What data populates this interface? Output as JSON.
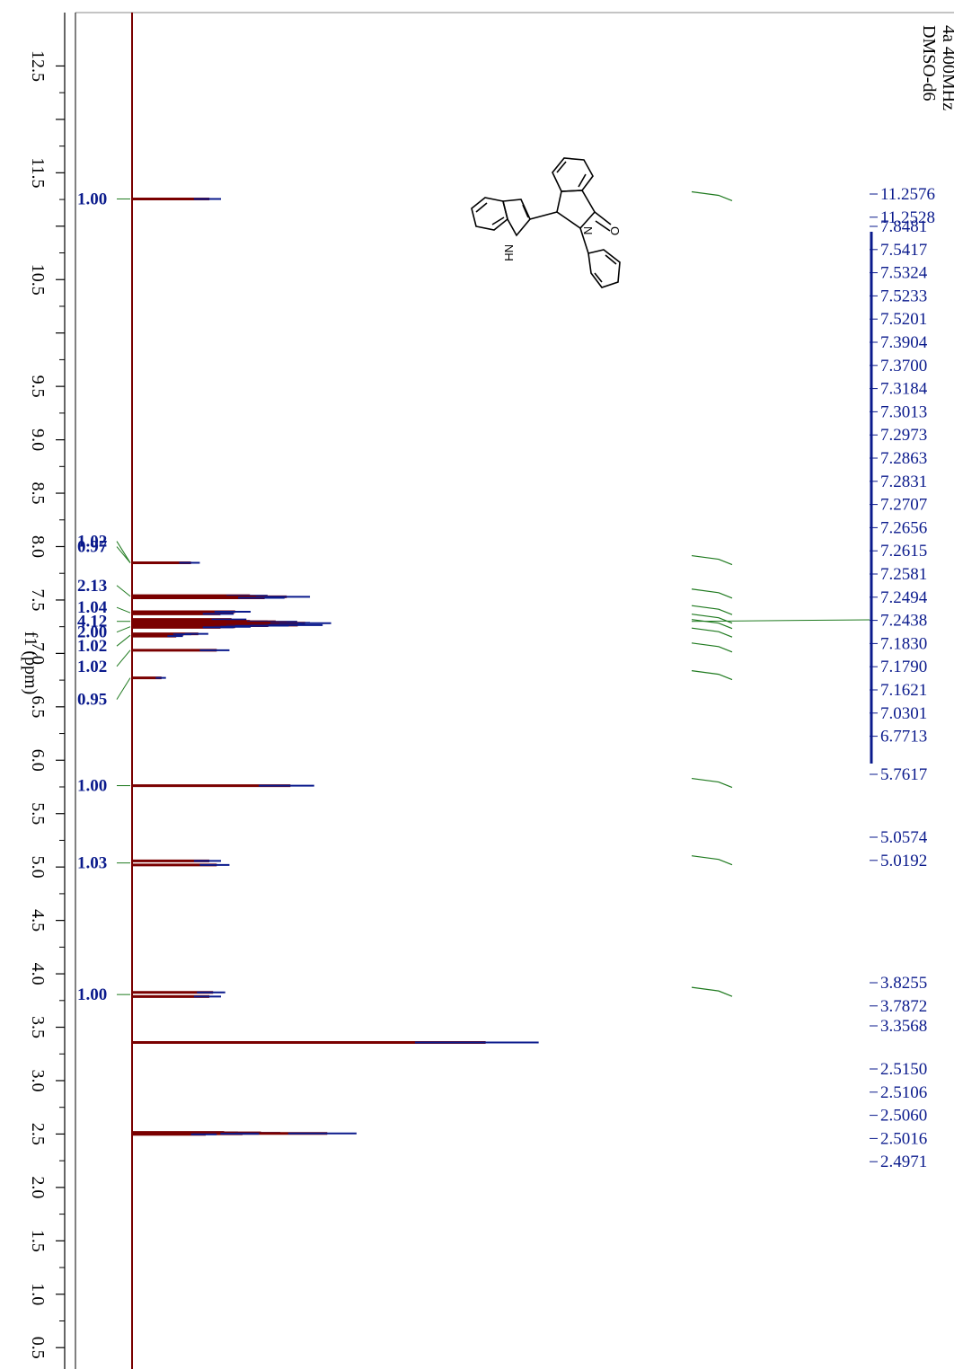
{
  "chart_data": {
    "type": "line",
    "title": [
      "4a 400MHz",
      "DMSO-d6"
    ],
    "xlabel": "f1 (ppm)",
    "ylabel": "",
    "xlim": [
      13.0,
      0.3
    ],
    "xticks": [
      12.5,
      12.0,
      11.5,
      11.0,
      10.5,
      10.0,
      9.5,
      9.0,
      8.5,
      8.0,
      7.5,
      7.0,
      6.5,
      6.0,
      5.5,
      5.0,
      4.5,
      4.0,
      3.5,
      3.0,
      2.5,
      2.0,
      1.5,
      1.0,
      0.5
    ],
    "xtick_labels": [
      "12.5",
      "",
      "11.5",
      "",
      "10.5",
      "",
      "9.5",
      "9.0",
      "8.5",
      "8.0",
      "7.5",
      "7.0",
      "6.5",
      "6.0",
      "5.5",
      "5.0",
      "4.5",
      "4.0",
      "3.5",
      "3.0",
      "2.5",
      "2.0",
      "1.5",
      "1.0",
      "0.5"
    ],
    "series": [
      {
        "x": [
          11.255,
          7.848,
          7.54,
          7.53,
          7.52,
          7.39,
          7.37,
          7.318,
          7.301,
          7.297,
          7.286,
          7.283,
          7.27,
          7.265,
          7.26,
          7.258,
          7.249,
          7.244,
          7.183,
          7.179,
          7.162,
          7.03,
          6.771,
          5.762,
          5.057,
          5.019,
          3.826,
          3.787,
          3.357,
          2.515,
          2.511,
          2.506,
          2.502,
          2.497
        ],
        "y": [
          0.21,
          0.16,
          0.32,
          0.42,
          0.36,
          0.28,
          0.24,
          0.27,
          0.32,
          0.39,
          0.42,
          0.47,
          0.4,
          0.45,
          0.37,
          0.32,
          0.28,
          0.24,
          0.18,
          0.14,
          0.12,
          0.23,
          0.08,
          0.43,
          0.21,
          0.23,
          0.22,
          0.21,
          0.96,
          0.25,
          0.35,
          0.53,
          0.3,
          0.2
        ]
      }
    ],
    "integrals": [
      {
        "value": "1.00",
        "ppm": 11.255
      },
      {
        "value": "1.02",
        "ppm": 7.848
      },
      {
        "value": "0.97",
        "ppm": 7.848
      },
      {
        "value": "2.13",
        "ppm": 7.535
      },
      {
        "value": "1.04",
        "ppm": 7.38
      },
      {
        "value": "4.12",
        "ppm": 7.3
      },
      {
        "value": "2.00",
        "ppm": 7.25
      },
      {
        "value": "1.02",
        "ppm": 7.17
      },
      {
        "value": "1.02",
        "ppm": 7.03
      },
      {
        "value": "0.95",
        "ppm": 6.771
      },
      {
        "value": "1.00",
        "ppm": 5.762
      },
      {
        "value": "1.03",
        "ppm": 5.038
      },
      {
        "value": "1.00",
        "ppm": 3.806
      }
    ],
    "peak_labels": [
      "11.2576",
      "11.2528",
      "7.8481",
      "7.5417",
      "7.5324",
      "7.5233",
      "7.5201",
      "7.3904",
      "7.3700",
      "7.3184",
      "7.3013",
      "7.2973",
      "7.2863",
      "7.2831",
      "7.2707",
      "7.2656",
      "7.2615",
      "7.2581",
      "7.2494",
      "7.2438",
      "7.1830",
      "7.1790",
      "7.1621",
      "7.0301",
      "6.7713",
      "5.7617",
      "5.0574",
      "5.0192",
      "3.8255",
      "3.7872",
      "3.3568",
      "2.5150",
      "2.5106",
      "2.5060",
      "2.5016",
      "2.4971"
    ],
    "molecule_labels": {
      "nh": "NH",
      "n": "N",
      "o": "O"
    },
    "colors": {
      "spectrum": "#7a0000",
      "peak_tip": "#0a1a8c",
      "integral": "#1f7a1f",
      "text": "#0a1a8c",
      "axis": "#000000"
    }
  }
}
